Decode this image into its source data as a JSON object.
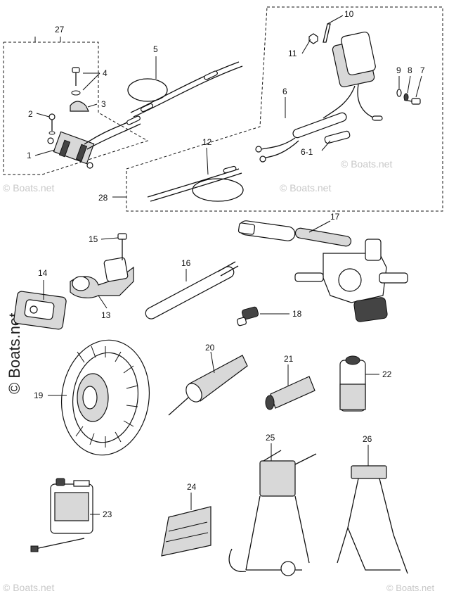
{
  "watermark": {
    "text": "© Boats.net",
    "vertical_text": "© Boats.net"
  },
  "callouts": [
    "1",
    "2",
    "3",
    "4",
    "5",
    "6",
    "6-1",
    "7",
    "8",
    "9",
    "10",
    "11",
    "12",
    "13",
    "14",
    "15",
    "16",
    "17",
    "18",
    "19",
    "20",
    "21",
    "22",
    "23",
    "24",
    "25",
    "26",
    "27",
    "28"
  ]
}
